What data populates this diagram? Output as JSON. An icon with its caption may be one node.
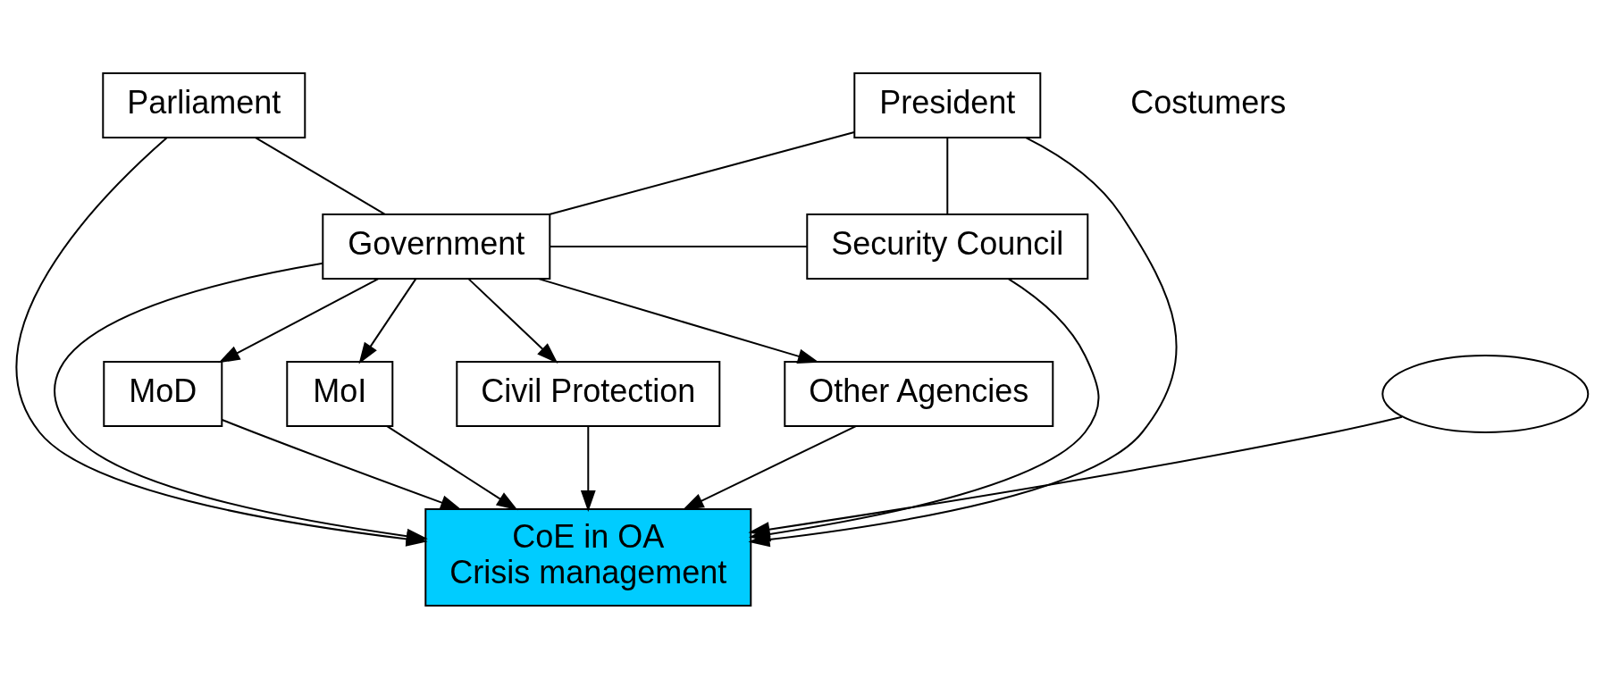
{
  "diagram": {
    "nodes": [
      {
        "text": [
          "Parliament"
        ]
      },
      {
        "text": [
          "President"
        ]
      },
      {
        "text": [
          "Government"
        ]
      },
      {
        "text": [
          "Security Council"
        ]
      },
      {
        "text": [
          "MoD"
        ]
      },
      {
        "text": [
          "MoI"
        ]
      },
      {
        "text": [
          "Civil Protection"
        ]
      },
      {
        "text": [
          "Other Agencies"
        ]
      },
      {
        "text": [
          "CoE in OA",
          "Crisis management"
        ]
      },
      {
        "text": [],
        "shape": "ellipse"
      }
    ],
    "edges": [
      {
        "from": 0,
        "to": 2,
        "arrow": "none"
      },
      {
        "from": 2,
        "to": 1,
        "arrow": "none"
      },
      {
        "from": 2,
        "to": 3,
        "arrow": "none"
      },
      {
        "from": 1,
        "to": 3,
        "arrow": "none"
      },
      {
        "from": 2,
        "to": 4,
        "arrow": "to"
      },
      {
        "from": 2,
        "to": 5,
        "arrow": "to"
      },
      {
        "from": 2,
        "to": 6,
        "arrow": "to"
      },
      {
        "from": 2,
        "to": 7,
        "arrow": "to"
      },
      {
        "from": 4,
        "to": 8,
        "arrow": "to"
      },
      {
        "from": 5,
        "to": 8,
        "arrow": "to"
      },
      {
        "from": 6,
        "to": 8,
        "arrow": "to"
      },
      {
        "from": 7,
        "to": 8,
        "arrow": "to"
      },
      {
        "from": 0,
        "to": 8,
        "arrow": "to"
      },
      {
        "from": 2,
        "to": 8,
        "arrow": "to"
      },
      {
        "from": 1,
        "to": 8,
        "arrow": "to"
      },
      {
        "from": 3,
        "to": 8,
        "arrow": "to"
      },
      {
        "from": 9,
        "to": 8,
        "arrow": "to"
      }
    ],
    "labels": [
      "Costumers"
    ]
  }
}
